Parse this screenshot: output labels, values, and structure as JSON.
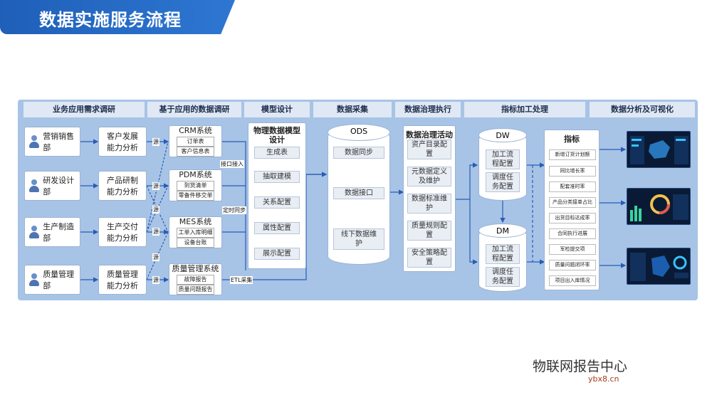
{
  "title": "数据实施服务流程",
  "headers": [
    "业务应用需求调研",
    "基于应用的数据调研",
    "模型设计",
    "数据采集",
    "数据治理执行",
    "指标加工处理",
    "数据分析及可视化"
  ],
  "departments": [
    "营销销售部",
    "研发设计部",
    "生产制造部",
    "质量管理部"
  ],
  "capabilities": [
    "客户发展\n能力分析",
    "产品研制\n能力分析",
    "生产交付\n能力分析",
    "质量管理\n能力分析"
  ],
  "systems": [
    {
      "name": "CRM系统",
      "items": [
        "订单表",
        "客户信息表"
      ]
    },
    {
      "name": "PDM系统",
      "items": [
        "到货清单",
        "零备件移交单"
      ]
    },
    {
      "name": "MES系统",
      "items": [
        "工单入库明细",
        "设备台账"
      ]
    },
    {
      "name": "质量管理系统",
      "items": [
        "故障报告",
        "质量问题报告"
      ]
    }
  ],
  "flow_labels": [
    "接口接入",
    "定时同步",
    "ETL采集"
  ],
  "small_tag": "源",
  "model": {
    "title": "物理数据模型\n设计",
    "items": [
      "生成表",
      "抽取建模",
      "关系配置",
      "属性配置",
      "展示配置"
    ]
  },
  "ods": {
    "title": "ODS",
    "items": [
      "数据同步",
      "数据接口",
      "线下数据维\n护"
    ]
  },
  "governance": {
    "title": "数据治理活动",
    "items": [
      "资产目录配\n置",
      "元数据定义\n及维护",
      "数据标准维\n护",
      "质量规则配\n置",
      "安全策略配\n置"
    ]
  },
  "dw": {
    "title": "DW",
    "items": [
      "加工流\n程配置",
      "调度任\n务配置"
    ]
  },
  "dm": {
    "title": "DM",
    "items": [
      "加工流\n程配置",
      "调度任\n务配置"
    ]
  },
  "metrics": {
    "title": "指标",
    "items": [
      "新增订货计划额",
      "同比增长率",
      "配套准时率",
      "产品分类接单占比",
      "出货目标达成率",
      "合同执行进展",
      "军检提交项",
      "质量问题闭环率",
      "项目出入库情况"
    ]
  },
  "watermark": {
    "text": "物联网报告中心",
    "site": "ybx8.cn"
  },
  "colors": {
    "title_bg": "#1f5fb8",
    "panel": "#a7c4e6",
    "line": "#2a5bb5"
  }
}
